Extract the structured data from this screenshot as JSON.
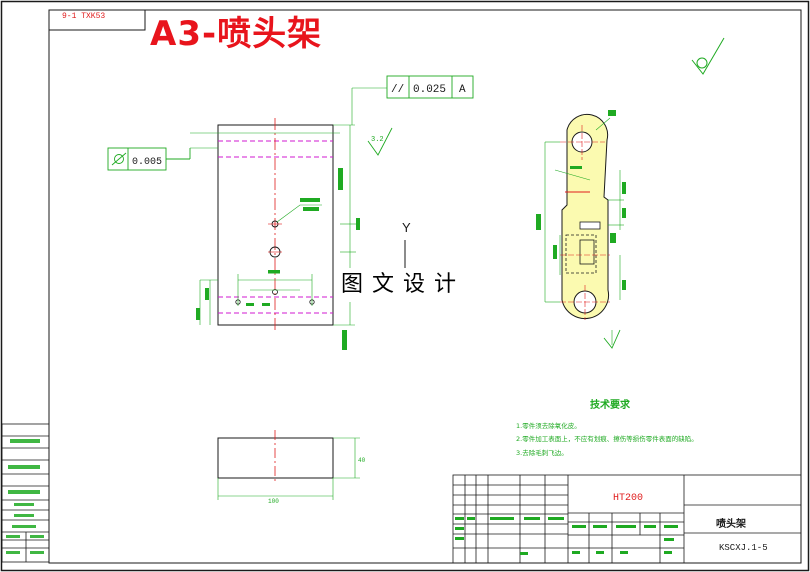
{
  "header": {
    "sheet_code": "9-1 TXK53",
    "title": "A3-喷头架"
  },
  "watermark": "图文设计",
  "annotations": {
    "parallelism": {
      "symbol": "//",
      "value": "0.025",
      "datum": "A"
    },
    "flatness_value": "0.005",
    "roughness": "3.2",
    "axis_label": "Y",
    "dim_width": "100",
    "dim_height_side": "40"
  },
  "tech_requirements": {
    "title": "技术要求",
    "items": [
      "1.零件须去除氧化皮。",
      "2.零件加工表面上，不应有划痕、擦伤等损伤零件表面的缺陷。",
      "3.去除毛刺飞边。"
    ]
  },
  "title_block": {
    "material": "HT200",
    "part_name": "喷头架",
    "drawing_no": "KSCXJ.1-5"
  },
  "colors": {
    "green": "#1faa22",
    "red": "#e01c1c",
    "magenta": "#d01ad0",
    "black": "#1a1a1a",
    "yellow_fill": "#fbfab0"
  }
}
